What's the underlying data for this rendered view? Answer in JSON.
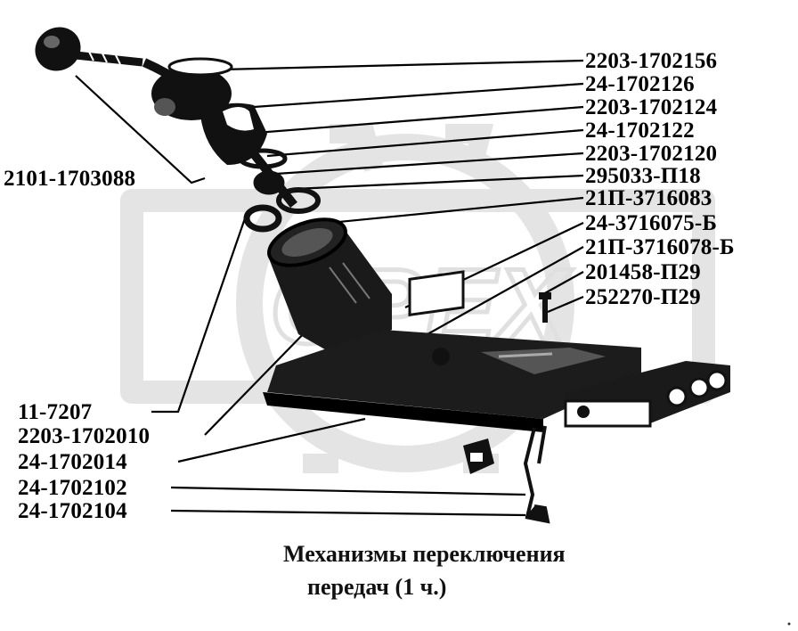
{
  "watermark": {
    "text": "ОРЕХ",
    "color": "#e6e6e6"
  },
  "part_labels": {
    "p2203_1702156": "2203-1702156",
    "p24_1702126": "24-1702126",
    "p2203_1702124": "2203-1702124",
    "p24_1702122": "24-1702122",
    "p2203_1702120": "2203-1702120",
    "p295033_P18": "295033-П18",
    "p21P_3716083": "21П-3716083",
    "p24_3716075_B": "24-3716075-Б",
    "p21P_3716078_B": "21П-3716078-Б",
    "p201458_P29": "201458-П29",
    "p252270_P29": "252270-П29",
    "p2101_1703088": "2101-1703088",
    "p11_7207": "11-7207",
    "p2203_1702010": "2203-1702010",
    "p24_1702014": "24-1702014",
    "p24_1702102": "24-1702102",
    "p24_1702104": "24-1702104"
  },
  "caption": {
    "line1": "Механизмы переключения",
    "line2": "передач (1 ч.)"
  }
}
